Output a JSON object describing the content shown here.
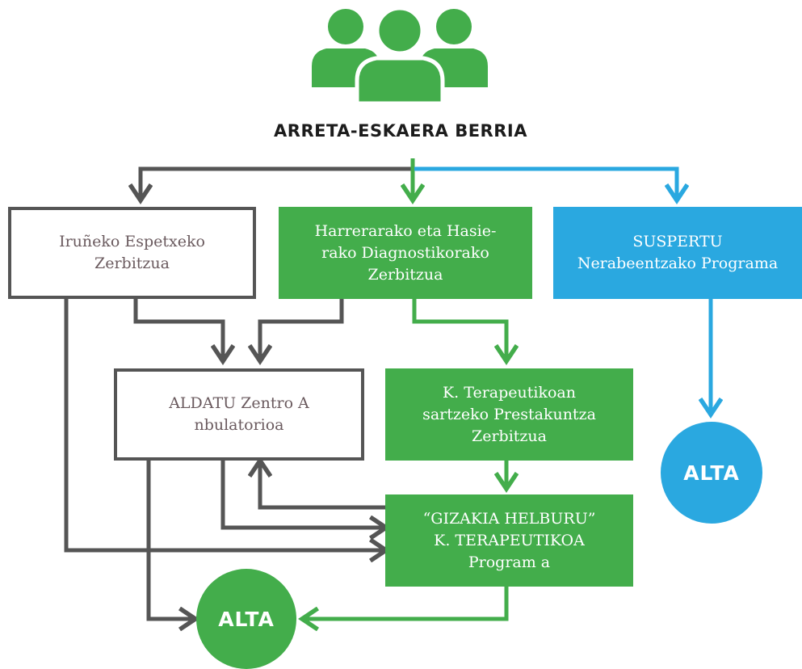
{
  "header": {
    "icon": "users-group-icon",
    "title": "ARRETA-ESKAERA BERRIA"
  },
  "nodes": {
    "irunea": "Iruñeko Espetxeko\nZerbitzua",
    "harrera": "Harrerarako eta Hasie-\nrako Diagnostikorako\nZerbitzua",
    "suspertu": "SUSPERTU\nNerabeentzako Programa",
    "aldatu": "ALDATU Zentro A\nnbulatorioa",
    "prestakuntza": "K. Terapeutikoan\nsartzeko Prestakuntza\nZerbitzua",
    "gizakia": "“GIZAKIA HELBURU”\nK. TERAPEUTIKOA\nProgram a"
  },
  "outcomes": {
    "alta_main": "ALTA",
    "alta_suspertu": "ALTA"
  },
  "colors": {
    "gray": "#555555",
    "gray_text": "#6a5a5e",
    "green": "#43ad4b",
    "blue": "#2aa8e0"
  }
}
